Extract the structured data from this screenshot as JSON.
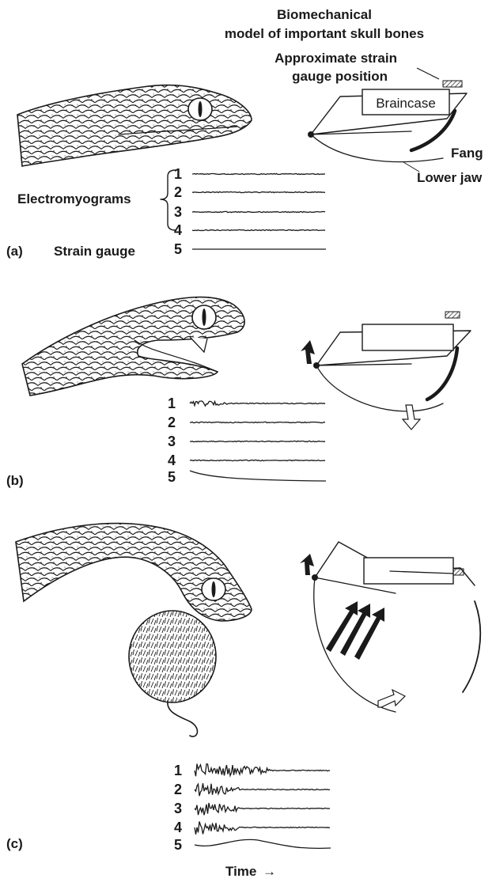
{
  "model": {
    "title_line1": "Biomechanical",
    "title_line2": "model of important skull bones",
    "gauge_label_line1": "Approximate strain",
    "gauge_label_line2": "gauge position",
    "braincase": "Braincase",
    "fang": "Fang",
    "lower_jaw": "Lower jaw"
  },
  "recording_labels": {
    "electromyograms": "Electromyograms",
    "strain_gauge": "Strain gauge"
  },
  "panels": [
    {
      "label": "(a)",
      "traces": [
        "1",
        "2",
        "3",
        "4",
        "5"
      ]
    },
    {
      "label": "(b)",
      "traces": [
        "1",
        "2",
        "3",
        "4",
        "5"
      ]
    },
    {
      "label": "(c)",
      "traces": [
        "1",
        "2",
        "3",
        "4",
        "5"
      ]
    }
  ],
  "time_axis": {
    "label": "Time",
    "arrow": "→"
  }
}
